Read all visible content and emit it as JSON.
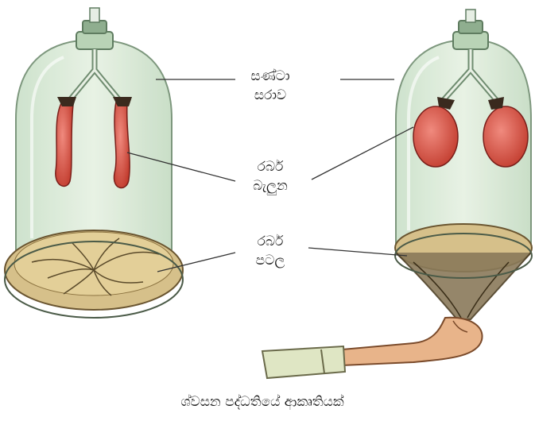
{
  "labels": {
    "bell_jar": [
      "සණ්ටා",
      "සරාව"
    ],
    "balloons": [
      "රබර්",
      "බැලුන"
    ],
    "rubber_sheet": [
      "රබර්",
      "පටල"
    ]
  },
  "caption": "ශ්වසන පද්ධතියේ ආකෘතියක්",
  "colors": {
    "jar_glass": "#d9ead6",
    "jar_outline": "#6f8c70",
    "balloon": "#d9534f",
    "sheet": "#d6c08a",
    "hand_skin": "#e8b48a",
    "sleeve": "#dfe6c4"
  },
  "figures": [
    {
      "name": "left-model",
      "state": "rubber sheet relaxed, balloons deflated"
    },
    {
      "name": "right-model",
      "state": "rubber sheet pulled down, balloons inflated"
    }
  ]
}
